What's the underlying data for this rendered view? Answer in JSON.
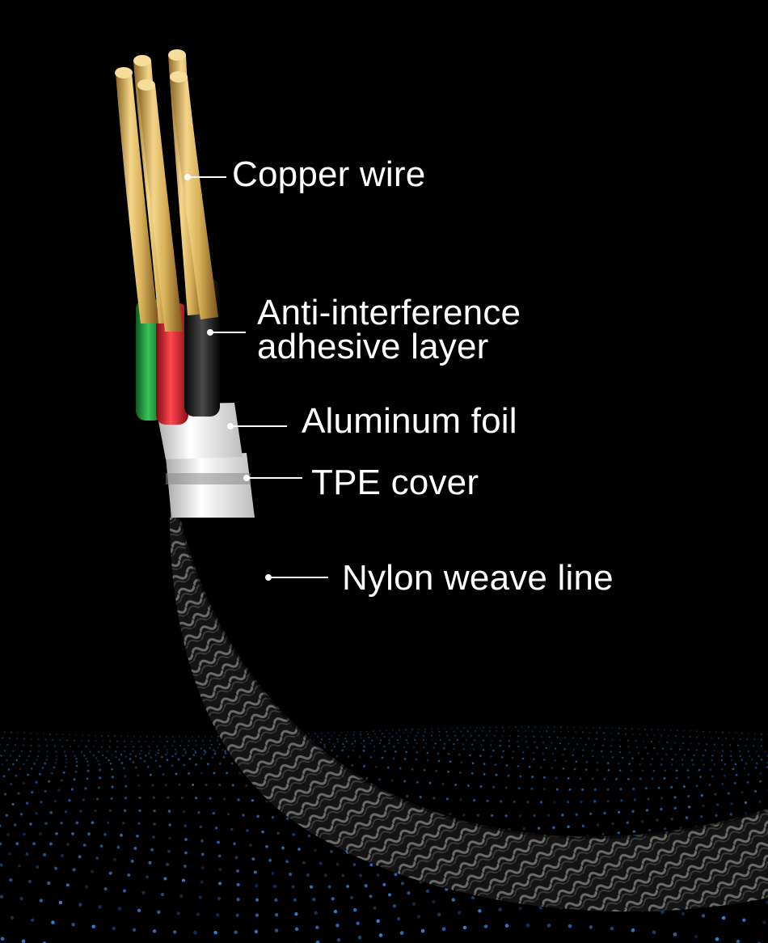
{
  "callouts": {
    "copper_wire": {
      "lines": [
        "Copper wire"
      ]
    },
    "adhesive_layer": {
      "lines": [
        "Anti-interference",
        "adhesive layer"
      ]
    },
    "aluminum_foil": {
      "lines": [
        "Aluminum foil"
      ]
    },
    "tpe_cover": {
      "lines": [
        "TPE cover"
      ]
    },
    "nylon_weave": {
      "lines": [
        "Nylon weave line"
      ]
    }
  },
  "colors": {
    "background": "#000000",
    "text": "#ffffff",
    "copper": "#d9b25a",
    "green_insulation": "#1f9a3a",
    "red_insulation": "#d81f2a",
    "black_insulation": "#111111",
    "foil": "#f2f2f2",
    "braid": "#2a2a2a",
    "grid_dots": "#2f7fd8"
  },
  "icons": [
    "cable-illustration",
    "dot-grid-background"
  ]
}
